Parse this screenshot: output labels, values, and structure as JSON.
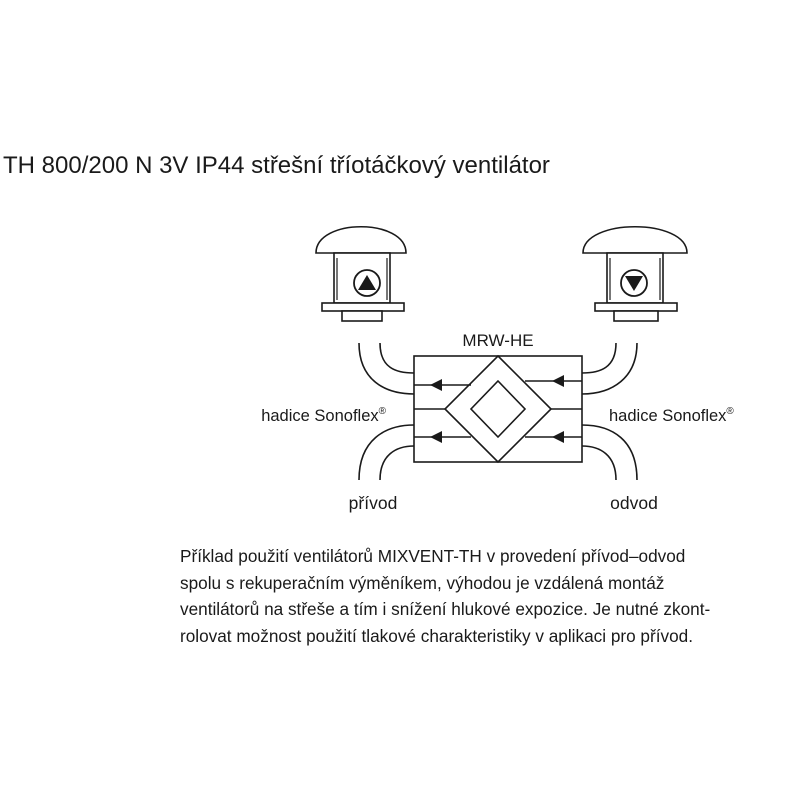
{
  "title": "TH 800/200 N 3V IP44 střešní tříotáčkový ventilátor",
  "diagram": {
    "unit_label": "MRW-HE",
    "hose_left": {
      "text": "hadice Sonoflex",
      "mark": "®"
    },
    "hose_right": {
      "text": "hadice Sonoflex",
      "mark": "®"
    },
    "supply_label": "přívod",
    "exhaust_label": "odvod",
    "fan_left_icon": "arrow-up-icon",
    "fan_right_icon": "arrow-down-icon"
  },
  "description": {
    "lines": [
      "Příklad použití ventilátorů MIXVENT-TH v provedení přívod–odvod",
      "spolu s rekuperačním výměníkem, výhodou je vzdálená montáž",
      "ventilátorů na střeše a tím i snížení hlukové expozice. Je nutné zkont-",
      "rolovat možnost použití tlakové charakteristiky v aplikaci pro přívod."
    ]
  }
}
